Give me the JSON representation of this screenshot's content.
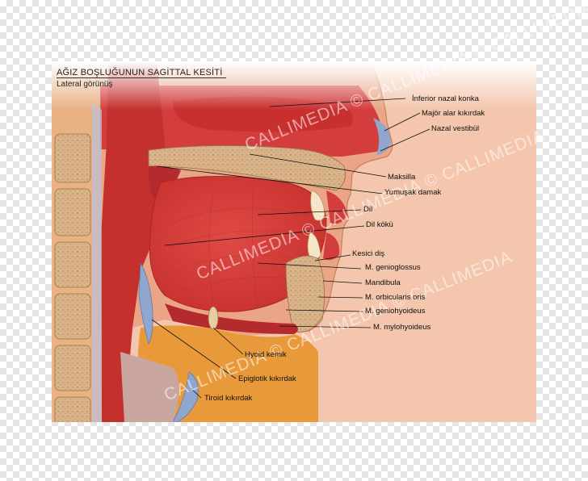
{
  "header": {
    "title": "AĞIZ BOŞLUĞUNUN SAGİTTAL KESİTİ",
    "subtitle": "Lateral görünüş"
  },
  "labels": {
    "inferior_nazal_konka": "İnferior nazal konka",
    "major_alar_kikirdak": "Majör alar kıkırdak",
    "nazal_vestibul": "Nazal vestibül",
    "maksilla": "Maksilla",
    "yumusak_damak": "Yumuşak damak",
    "dil": "Dil",
    "dil_koku": "Dil kökü",
    "kesici_dis": "Kesici diş",
    "m_genioglossus": "M. genioglossus",
    "mandibula": "Mandibula",
    "m_orbicularis_oris": "M. orbicularis oris",
    "m_geniohyoideus": "M. geniohyoideus",
    "m_mylohyoideus": "M. mylohyoideus",
    "hyoid_kemik": "Hyoid kemik",
    "epiglotik_kikirdak": "Epiglotik kıkırdak",
    "tiroid_kikirdak": "Tiroid kıkırdak"
  },
  "watermark": {
    "text": "CALLIMEDIA © CALLIMEDIA © CALLIMEDIA"
  },
  "colors": {
    "muscle": "#d8393a",
    "muscle_dark": "#b52a2c",
    "bone": "#d9b48a",
    "cartilage": "#8fa7cf",
    "fat": "#e89a3a",
    "skin": "#f2c0a2"
  }
}
